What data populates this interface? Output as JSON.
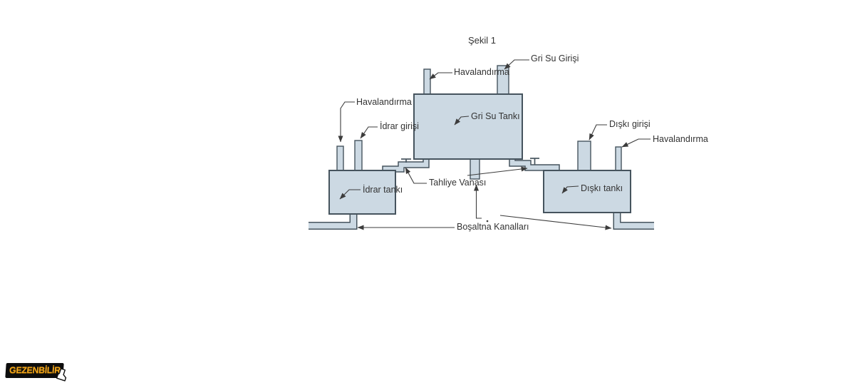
{
  "colors": {
    "tank_fill": "#ccd9e3",
    "tank_stroke": "#46545e",
    "line_color": "#3c3c3c",
    "text_color": "#333333",
    "watermark_bg": "#0d0d0d",
    "watermark_text_color": "#f5a71b"
  },
  "diagram": {
    "title": "Şekil 1",
    "labels": {
      "gri_su_girisi": "Gri Su Girişi",
      "havalandirma_center": "Havalandırma",
      "havalandirma_left": "Havalandırma",
      "havalandirma_right": "Havalandırma",
      "idrar_girisi": "İdrar girişi",
      "gri_su_tanki": "Gri Su Tankı",
      "idrar_tanki": "İdrar tankı",
      "diski_girisi": "Dışkı girişi",
      "diski_tanki": "Dışkı tankı",
      "tahliye_vanasi": "Tahliye Vanası",
      "bosaltna_kanallari": "Boşaltna Kanalları"
    }
  },
  "watermark": {
    "text": "GEZENBİLİR"
  }
}
